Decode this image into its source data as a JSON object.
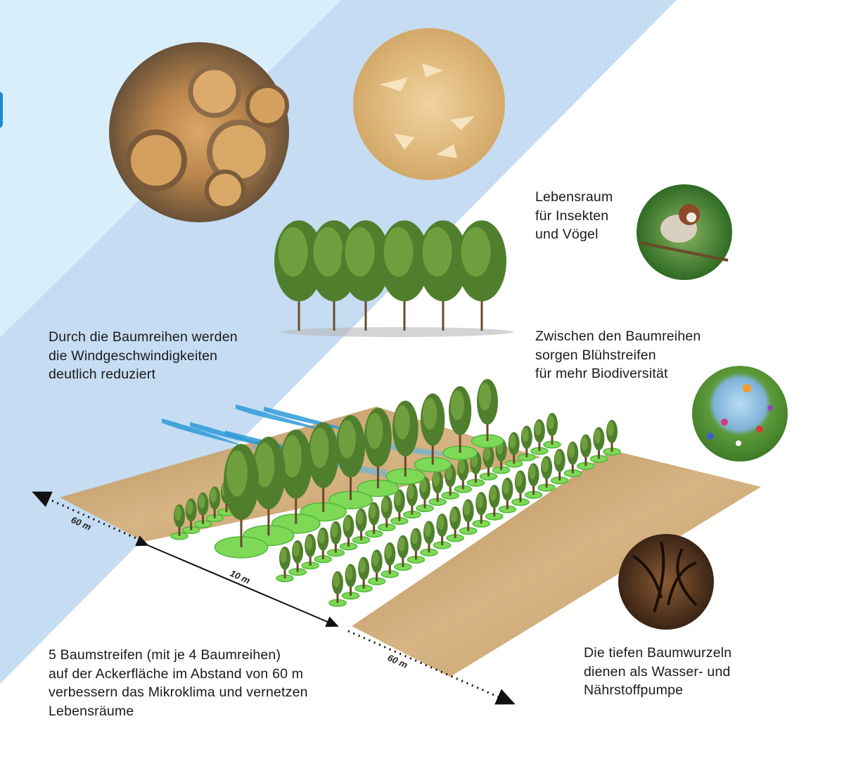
{
  "colors": {
    "sky_light": "#d8eefb",
    "band": "#c5dcf2",
    "field": "#c9a475",
    "tree_ring": "#7ed957",
    "wind": "#2d9ad8",
    "accent_edge": "#1e88d0"
  },
  "captions": {
    "habitat": [
      "Lebensraum",
      "für Insekten",
      "und Vögel"
    ],
    "wind": [
      "Durch die Baumreihen werden",
      "die Windgeschwindigkeiten",
      "deutlich reduziert"
    ],
    "flowers": [
      "Zwischen den Baumreihen",
      "sorgen Blühstreifen",
      "für mehr Biodiversität"
    ],
    "strips": [
      "5 Baumstreifen (mit je 4 Baumreihen)",
      "auf der Ackerfläche im Abstand von 60 m",
      "verbessern das Mikroklima und vernetzen",
      "Lebensräume"
    ],
    "roots": [
      "Die tiefen Baumwurzeln",
      "dienen als Wasser- und",
      "Nährstoffpumpe"
    ]
  },
  "dimensions": {
    "left_field": "60 m",
    "strip_width": "10 m",
    "right_field": "60 m"
  },
  "photos": [
    "firewood-logs",
    "wood-chips",
    "sparrow-bird",
    "wildflowers",
    "tree-roots"
  ]
}
